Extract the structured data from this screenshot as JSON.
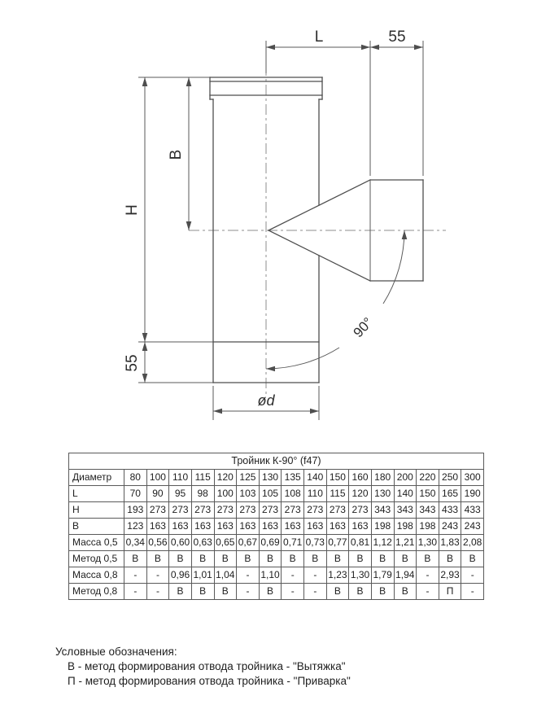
{
  "drawing": {
    "labels": {
      "top_length": "L",
      "top_branch": "55",
      "height_total": "H",
      "height_branch": "B",
      "bottom_section": "55",
      "diameter": "ød",
      "angle": "90°"
    }
  },
  "table": {
    "title": "Тройник К-90° (f47)",
    "rows": [
      {
        "label": "Диаметр",
        "values": [
          "80",
          "100",
          "110",
          "115",
          "120",
          "125",
          "130",
          "135",
          "140",
          "150",
          "160",
          "180",
          "200",
          "220",
          "250",
          "300"
        ]
      },
      {
        "label": "L",
        "values": [
          "70",
          "90",
          "95",
          "98",
          "100",
          "103",
          "105",
          "108",
          "110",
          "115",
          "120",
          "130",
          "140",
          "150",
          "165",
          "190"
        ]
      },
      {
        "label": "H",
        "values": [
          "193",
          "273",
          "273",
          "273",
          "273",
          "273",
          "273",
          "273",
          "273",
          "273",
          "273",
          "343",
          "343",
          "343",
          "433",
          "433"
        ]
      },
      {
        "label": "B",
        "values": [
          "123",
          "163",
          "163",
          "163",
          "163",
          "163",
          "163",
          "163",
          "163",
          "163",
          "163",
          "198",
          "198",
          "198",
          "243",
          "243"
        ]
      },
      {
        "label": "Масса 0,5",
        "values": [
          "0,34",
          "0,56",
          "0,60",
          "0,63",
          "0,65",
          "0,67",
          "0,69",
          "0,71",
          "0,73",
          "0,77",
          "0,81",
          "1,12",
          "1,21",
          "1,30",
          "1,83",
          "2,08"
        ]
      },
      {
        "label": "Метод 0,5",
        "values": [
          "В",
          "В",
          "В",
          "В",
          "В",
          "В",
          "В",
          "В",
          "В",
          "В",
          "В",
          "В",
          "В",
          "В",
          "В",
          "В"
        ]
      },
      {
        "label": "Масса 0,8",
        "values": [
          "-",
          "-",
          "0,96",
          "1,01",
          "1,04",
          "-",
          "1,10",
          "-",
          "-",
          "1,23",
          "1,30",
          "1,79",
          "1,94",
          "-",
          "2,93",
          "-"
        ]
      },
      {
        "label": "Метод 0,8",
        "values": [
          "-",
          "-",
          "В",
          "В",
          "В",
          "-",
          "В",
          "-",
          "-",
          "В",
          "В",
          "В",
          "В",
          "-",
          "П",
          "-"
        ]
      }
    ]
  },
  "legend": {
    "title": "Условные обозначения:",
    "items": [
      "В - метод формирования отвода тройника - \"Вытяжка\"",
      "П - метод формирования отвода тройника - \"Приварка\""
    ]
  }
}
